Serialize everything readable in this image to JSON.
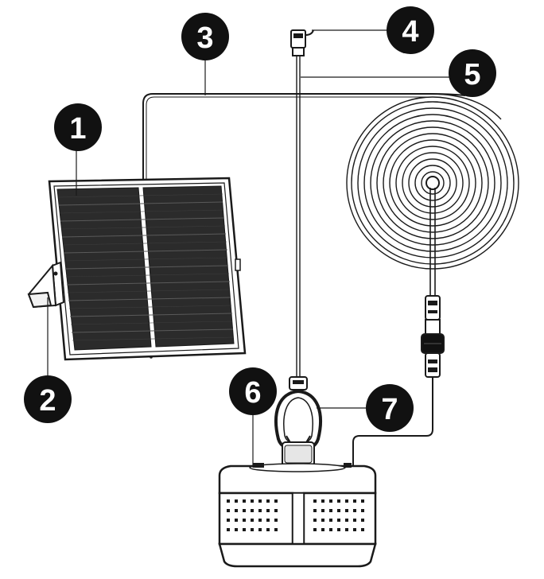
{
  "colors": {
    "line": "#1a1a1a",
    "badge_fill": "#111111",
    "badge_text": "#ffffff",
    "panel_cell": "#2b2b2b",
    "background": "#ffffff"
  },
  "callouts": [
    {
      "number": "1",
      "component": "solar-panel"
    },
    {
      "number": "2",
      "component": "panel-stand"
    },
    {
      "number": "3",
      "component": "power-cable"
    },
    {
      "number": "4",
      "component": "hanging-hook"
    },
    {
      "number": "5",
      "component": "hanging-wire"
    },
    {
      "number": "6",
      "component": "light-top-cap"
    },
    {
      "number": "7",
      "component": "carabiner-clip"
    }
  ]
}
